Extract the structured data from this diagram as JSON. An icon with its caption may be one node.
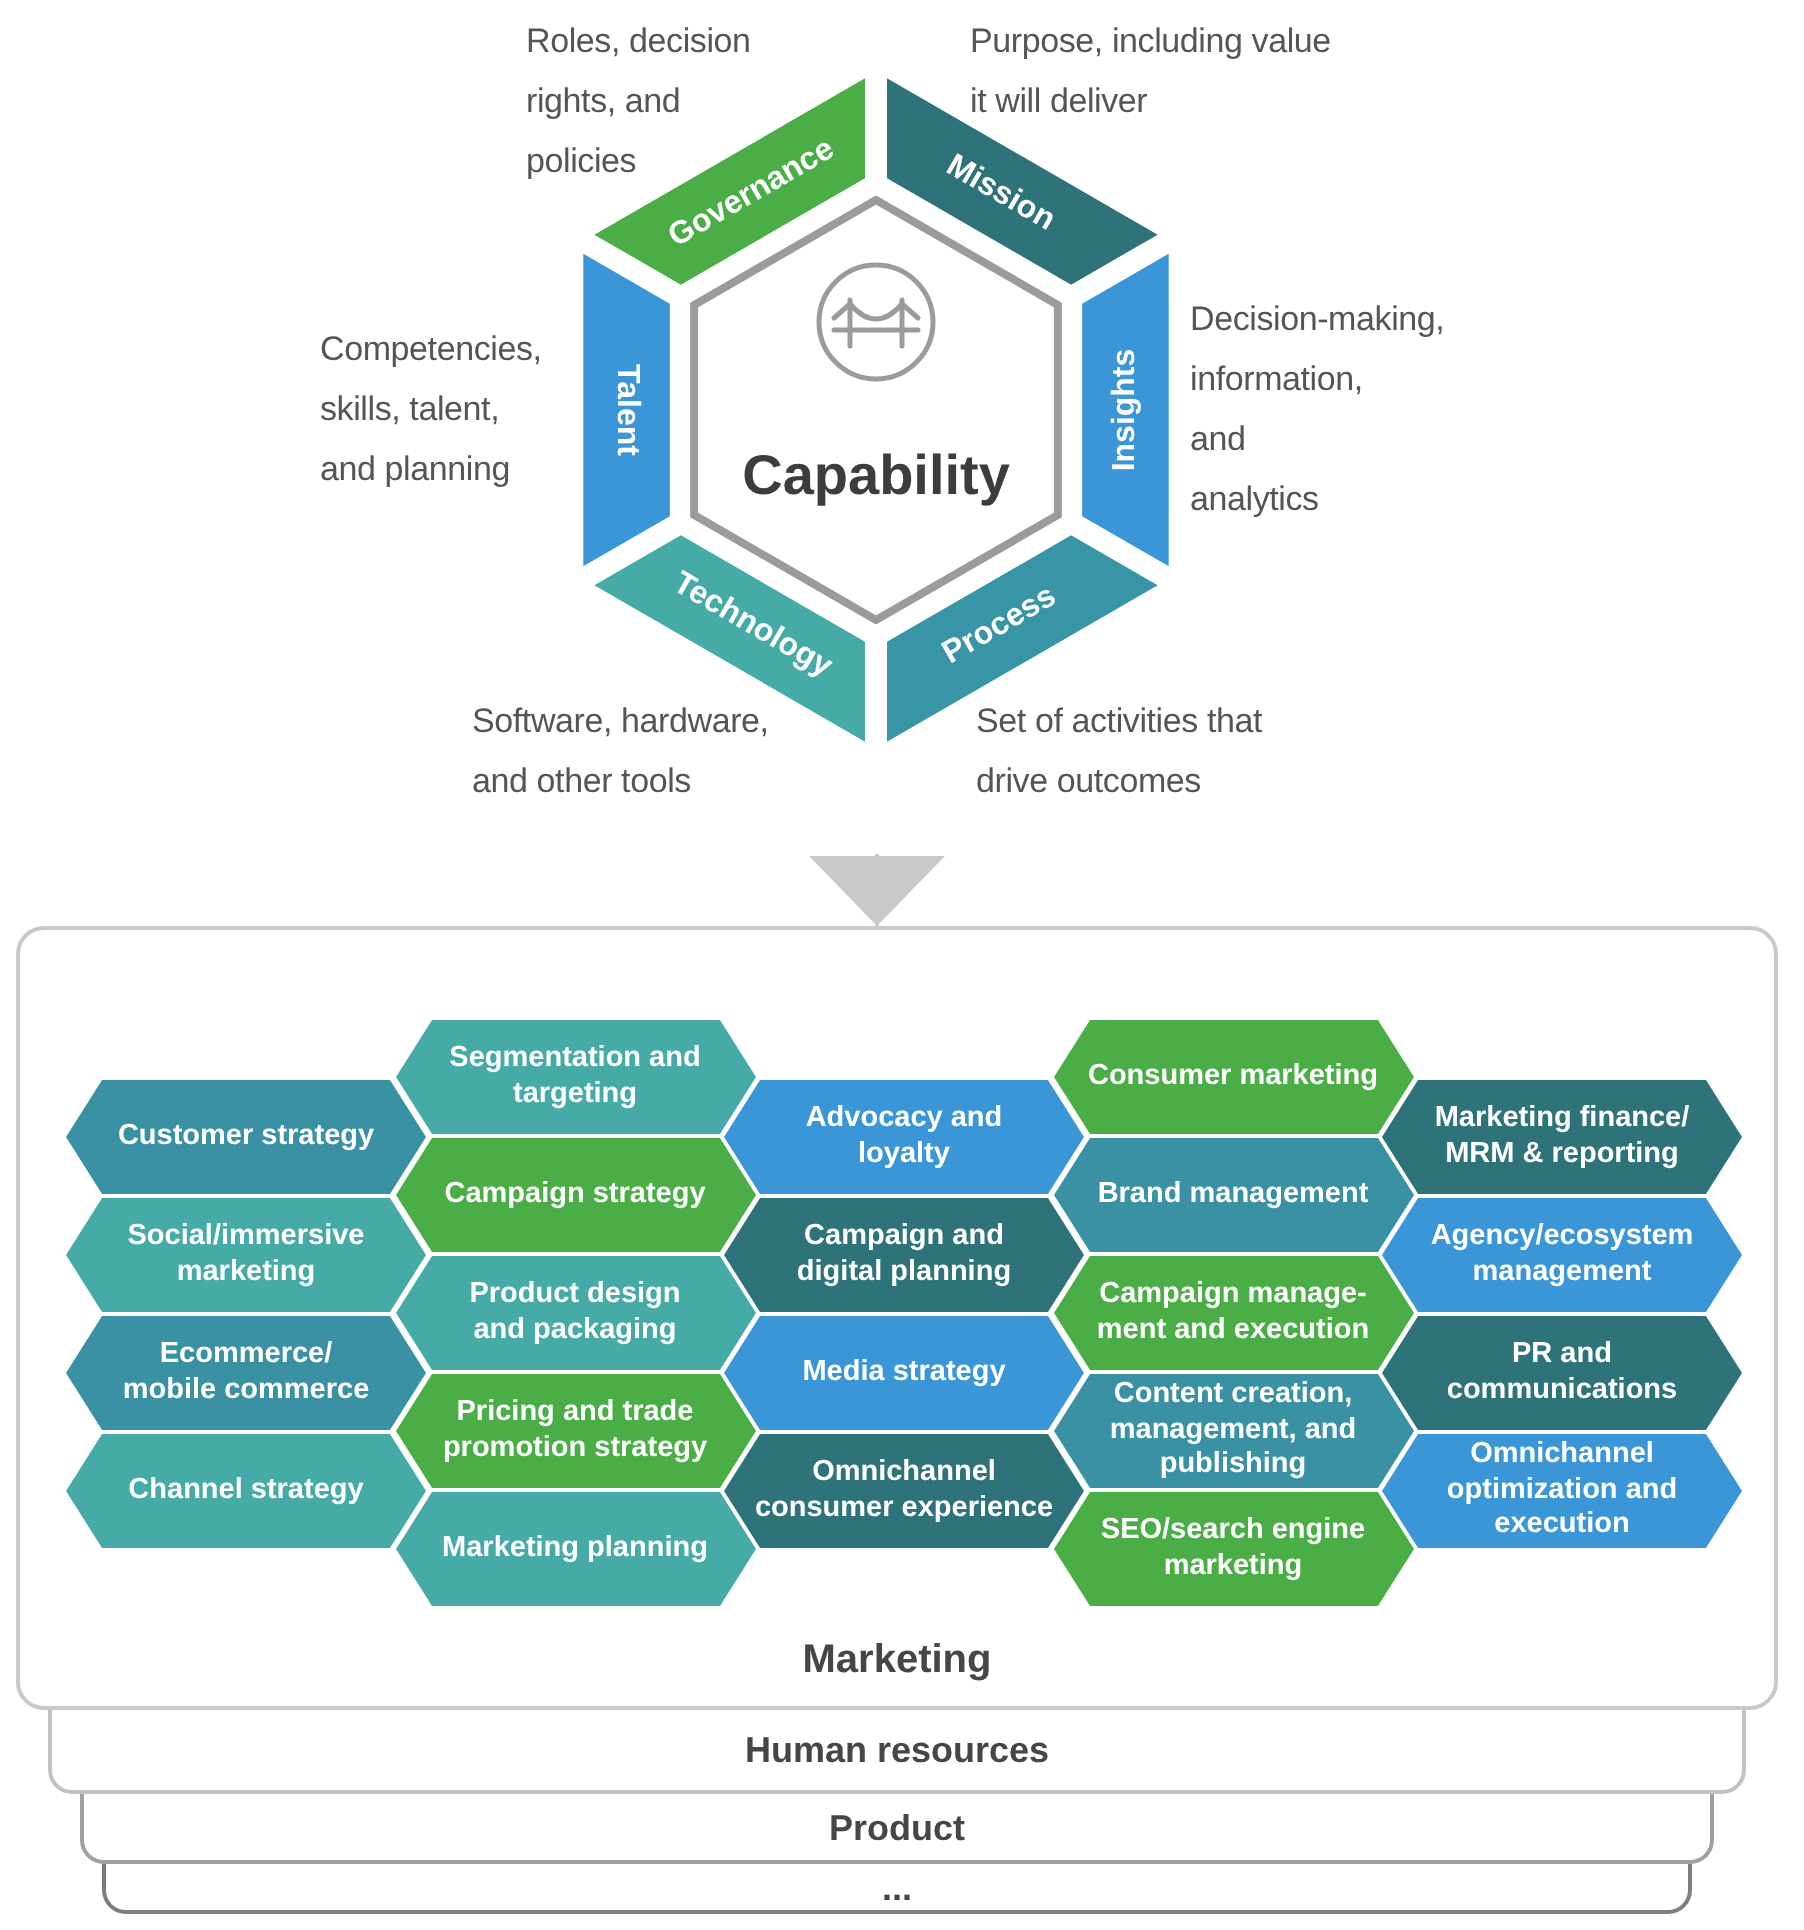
{
  "diagram": {
    "nodes": [
      {
        "text": [
          "Governance"
        ],
        "beside": [
          "Roles, decision rights, and policies"
        ]
      },
      {
        "text": [
          "Mission"
        ],
        "beside": [
          "Purpose, including value it will deliver"
        ]
      },
      {
        "text": [
          "Talent"
        ],
        "beside": [
          "Competencies, skills, talent, and planning"
        ]
      },
      {
        "text": [
          "Capability"
        ]
      },
      {
        "text": [
          "Insights"
        ],
        "beside": [
          "Decision-making, information, and analytics"
        ]
      },
      {
        "text": [
          "Technology"
        ],
        "beside": [
          "Software, hardware, and other tools"
        ]
      },
      {
        "text": [
          "Process"
        ],
        "beside": [
          "Set of activities that drive outcomes"
        ]
      },
      {
        "text": [
          "Marketing"
        ]
      },
      {
        "text": [
          "Segmentation and targeting"
        ],
        "in": 7
      },
      {
        "text": [
          "Consumer marketing"
        ],
        "in": 7
      },
      {
        "text": [
          "Customer strategy"
        ],
        "in": 7
      },
      {
        "text": [
          "Advocacy and loyalty"
        ],
        "in": 7
      },
      {
        "text": [
          "Marketing finance/ MRM & reporting"
        ],
        "in": 7
      },
      {
        "text": [
          "Campaign strategy"
        ],
        "in": 7
      },
      {
        "text": [
          "Brand management"
        ],
        "in": 7
      },
      {
        "text": [
          "Social/immersive marketing"
        ],
        "in": 7
      },
      {
        "text": [
          "Campaign and digital planning"
        ],
        "in": 7
      },
      {
        "text": [
          "Agency/ecosystem management"
        ],
        "in": 7
      },
      {
        "text": [
          "Product design and packaging"
        ],
        "in": 7
      },
      {
        "text": [
          "Campaign manage- ment and execution"
        ],
        "in": 7
      },
      {
        "text": [
          "Ecommerce/ mobile commerce"
        ],
        "in": 7
      },
      {
        "text": [
          "Media strategy"
        ],
        "in": 7
      },
      {
        "text": [
          "PR and communications"
        ],
        "in": 7
      },
      {
        "text": [
          "Pricing and trade promotion strategy"
        ],
        "in": 7
      },
      {
        "text": [
          "Content creation, management, and publishing"
        ],
        "in": 7
      },
      {
        "text": [
          "Channel strategy"
        ],
        "in": 7
      },
      {
        "text": [
          "Omnichannel consumer experience"
        ],
        "in": 7
      },
      {
        "text": [
          "Omnichannel optimization and execution"
        ],
        "in": 7
      },
      {
        "text": [
          "Marketing planning"
        ],
        "in": 7
      },
      {
        "text": [
          "SEO/search engine marketing"
        ],
        "in": 7
      },
      {
        "text": [
          "Human resources"
        ]
      },
      {
        "text": [
          "Product"
        ]
      },
      {
        "text": [
          "..."
        ]
      }
    ],
    "edges": [
      {
        "from": null,
        "to": 7,
        "arrow": "to"
      }
    ]
  }
}
